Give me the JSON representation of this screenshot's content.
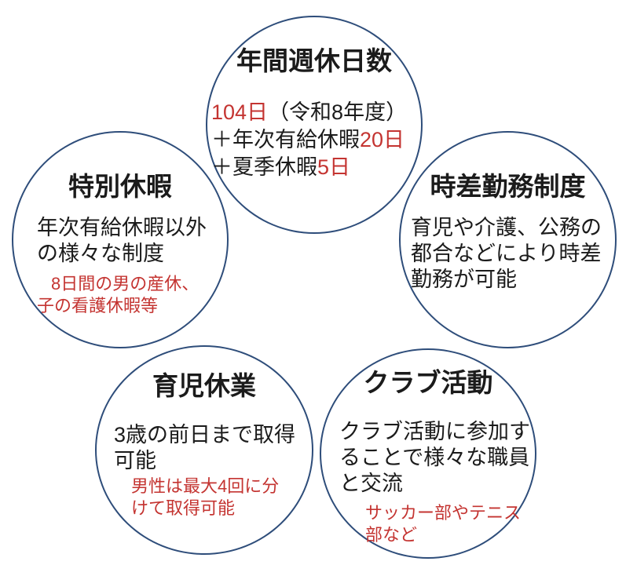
{
  "colors": {
    "circle_border": "#2E4D7A",
    "accent_red": "#C43431",
    "text": "#1B1B1B"
  },
  "circles": {
    "annual": {
      "title": "年間週休日数",
      "line1_red": "104日",
      "line1_black": "（令和8年度）",
      "line2_black": "＋年次有給休暇",
      "line2_red": "20日",
      "line3_black": "＋夏季休暇",
      "line3_red": "5日"
    },
    "special": {
      "title": "特別休暇",
      "body_line1": "年次有給休暇以外",
      "body_line2": "の様々な制度",
      "note_line1": "8日間の男の産休、",
      "note_line2": "子の看護休暇等"
    },
    "staggered": {
      "title": "時差勤務制度",
      "body_line1": "育児や介護、公務の",
      "body_line2": "都合などにより時差",
      "body_line3": "勤務が可能"
    },
    "childcare": {
      "title": "育児休業",
      "body_line1": "3歳の前日まで取得",
      "body_line2": "可能",
      "note_line1": "男性は最大4回に分",
      "note_line2": "けて取得可能"
    },
    "club": {
      "title": "クラブ活動",
      "body_line1": "クラブ活動に参加す",
      "body_line2": "ることで様々な職員",
      "body_line3": "と交流",
      "note_line1": "サッカー部やテニス",
      "note_line2": "部など"
    }
  }
}
